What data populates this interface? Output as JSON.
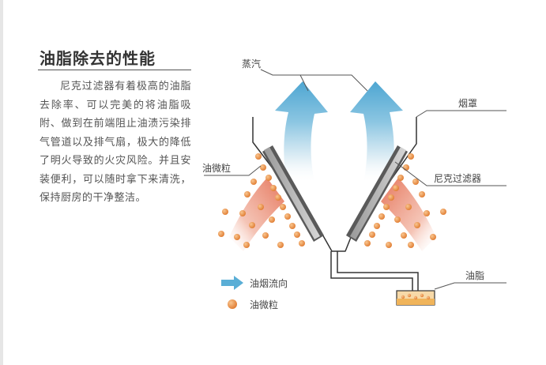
{
  "heading": {
    "title": "油脂除去的性能",
    "description": "尼克过滤器有着极高的油脂去除率、可以完美的将油脂吸附、做到在前端阻止油渍污染排气管道以及排气扇，极大的降低了明火导致的火灾风险。并且安装便利，可以随时拿下来清洗，保持厨房的干净整洁。"
  },
  "labels": {
    "steam": "蒸汽",
    "hood": "烟罩",
    "particles": "油微粒",
    "filter": "尼克过滤器",
    "grease": "油脂"
  },
  "legend": {
    "flow": "油烟流向",
    "particle": "油微粒"
  },
  "colors": {
    "filter_dark": "#555555",
    "filter_light": "#b8b8b8",
    "particle": "#e88a3e",
    "smoke_red": "#e8836e",
    "steam_blue": "#6cb6d9",
    "tray_fill": "#f4c070"
  },
  "icons": [
    "flow-arrow-icon",
    "particle-icon"
  ]
}
